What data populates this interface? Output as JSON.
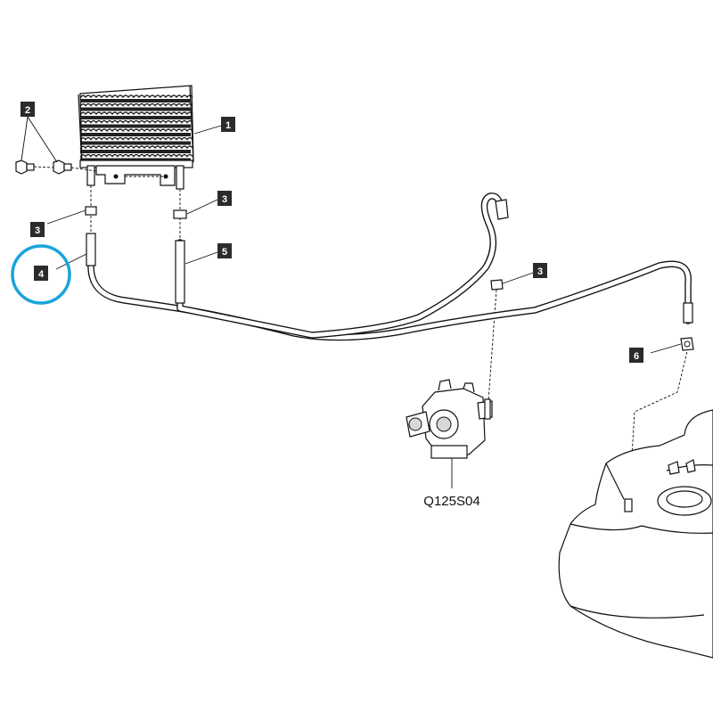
{
  "callouts": [
    {
      "id": "c1",
      "label": "1"
    },
    {
      "id": "c2",
      "label": "2"
    },
    {
      "id": "c3a",
      "label": "3"
    },
    {
      "id": "c3b",
      "label": "3"
    },
    {
      "id": "c3c",
      "label": "3"
    },
    {
      "id": "c4",
      "label": "4"
    },
    {
      "id": "c5",
      "label": "5"
    },
    {
      "id": "c6",
      "label": "6"
    }
  ],
  "part_code": "Q125S04",
  "highlight_color": "#1aa3dc"
}
